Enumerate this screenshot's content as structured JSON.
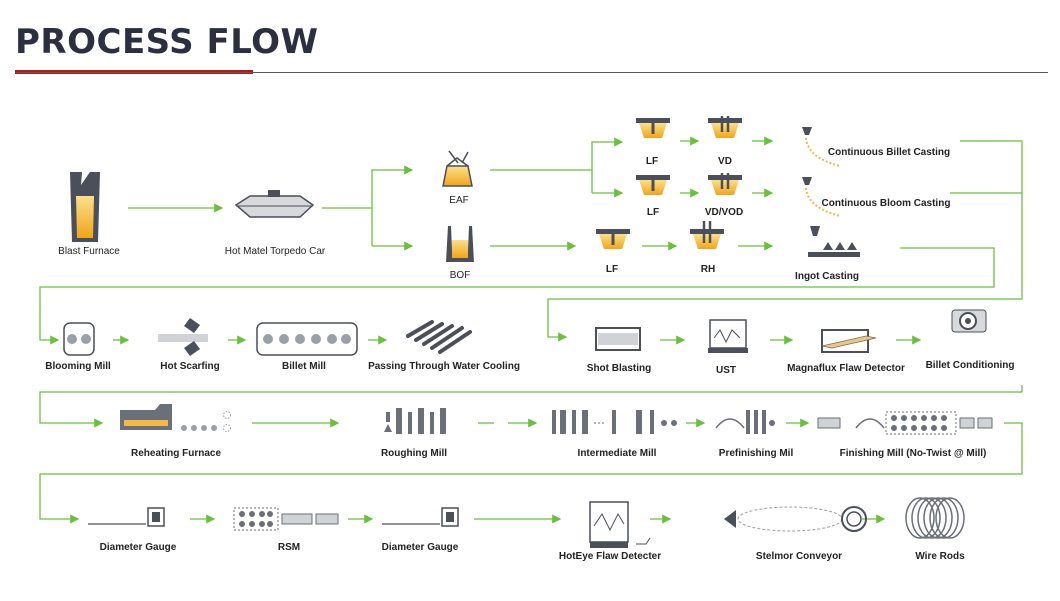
{
  "title": "PROCESS FLOW",
  "colors": {
    "arrow": "#6bbf3f",
    "accent": "#b11a1a",
    "title": "#2b2f3f",
    "molten": "#f5c441"
  },
  "labels": {
    "blast_furnace": "Blast Furnace",
    "torpedo_car": "Hot Matel Torpedo Car",
    "eaf": "EAF",
    "bof": "BOF",
    "lf1": "LF",
    "vd": "VD",
    "lf2": "LF",
    "vd_vod": "VD/VOD",
    "lf3": "LF",
    "rh": "RH",
    "continuous_billet": "Continuous Billet Casting",
    "continuous_bloom": "Continuous Bloom Casting",
    "ingot": "Ingot Casting",
    "blooming_mill": "Blooming Mill",
    "hot_scarfing": "Hot Scarfing",
    "billet_mill": "Billet Mill",
    "water_cooling": "Passing Through Water Cooling",
    "shot_blasting": "Shot Blasting",
    "ust": "UST",
    "magnaflux": "Magnaflux Flaw Detector",
    "billet_conditioning": "Billet Conditioning",
    "reheating_furnace": "Reheating Furnace",
    "roughing_mill": "Roughing Mill",
    "intermediate_mill": "Intermediate Mill",
    "prefinishing_mill": "Prefinishing Mil",
    "finishing_mill": "Finishing Mill (No-Twist @ Mill)",
    "diameter_gauge_1": "Diameter Gauge",
    "rsm": "RSM",
    "diameter_gauge_2": "Diameter Gauge",
    "hoteye": "HotEye Flaw Detecter",
    "stelmor": "Stelmor  Conveyor",
    "wire_rods": "Wire Rods"
  }
}
